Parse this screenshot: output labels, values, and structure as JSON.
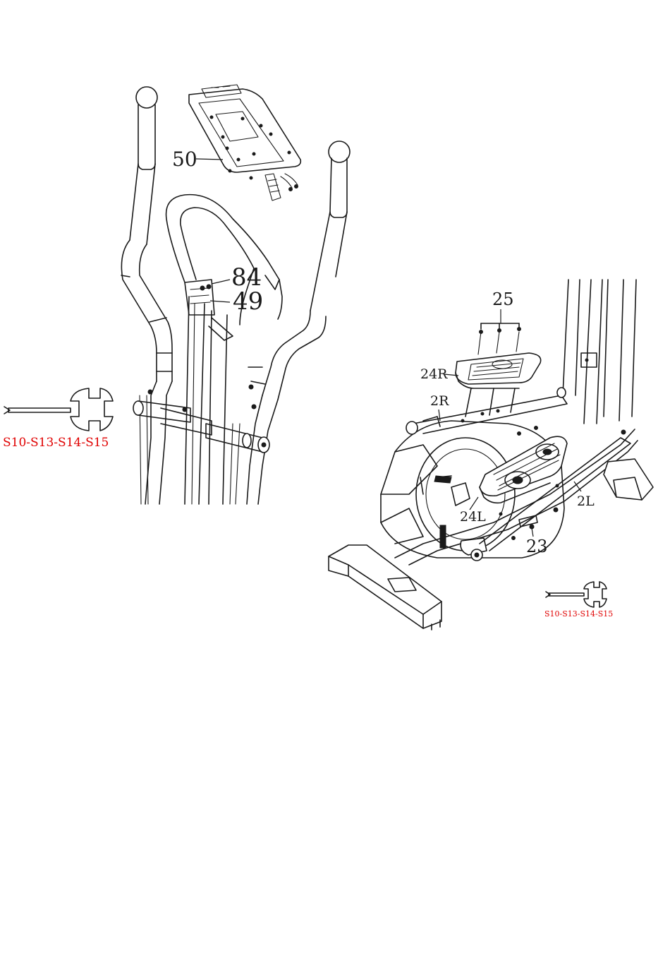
{
  "figure_left": {
    "callouts": [
      "50",
      "84",
      "49"
    ],
    "tool_label": "S10-S13-S14-S15"
  },
  "figure_right": {
    "callouts": [
      "25",
      "24R",
      "2R",
      "24L",
      "2L",
      "23"
    ],
    "tool_label": "S10-S13-S14-S15"
  },
  "colors": {
    "line": "#1a1a1a",
    "tool_label": "#e00000",
    "background": "#ffffff"
  }
}
